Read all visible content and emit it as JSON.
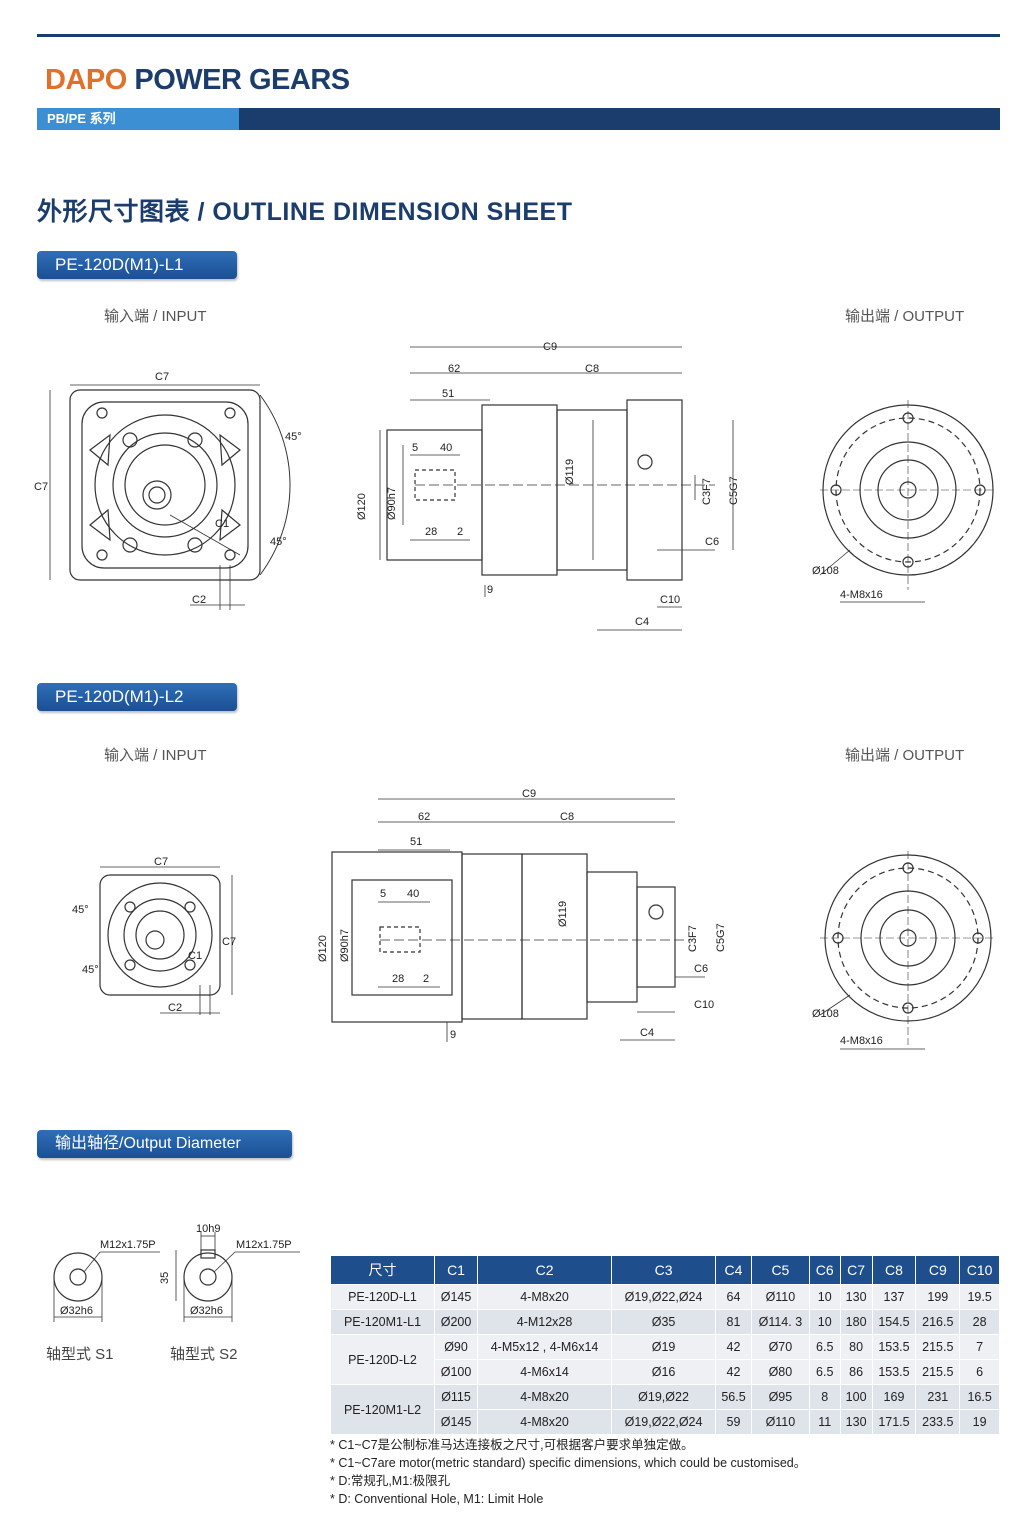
{
  "header": {
    "brand_part1": "DAPO",
    "brand_part2": "POWER GEARS",
    "series_tab": "PB/PE 系列"
  },
  "section_title": "外形尺寸图表 / OUTLINE DIMENSION SHEET",
  "models": [
    {
      "label": "PE-120D(M1)-L1",
      "input_caption": "输入端 / INPUT",
      "output_caption": "输出端 / OUTPUT",
      "dims": {
        "c9": "C9",
        "d62": "62",
        "c8": "C8",
        "d51": "51",
        "d5": "5",
        "d40": "40",
        "d120": "Ø120",
        "d90": "Ø90h7",
        "d119": "Ø119",
        "d28": "28",
        "d2": "2",
        "d9": "9",
        "c3": "C3F7",
        "c5": "C5G7",
        "c6": "C6",
        "c10": "C10",
        "c4": "C4",
        "c7": "C7",
        "c1": "C1",
        "c2": "C2",
        "a45": "45°",
        "d108": "Ø108",
        "m8": "4-M8x16"
      }
    },
    {
      "label": "PE-120D(M1)-L2",
      "input_caption": "输入端 / INPUT",
      "output_caption": "输出端 / OUTPUT",
      "dims": {
        "c9": "C9",
        "d62": "62",
        "c8": "C8",
        "d51": "51",
        "d5": "5",
        "d40": "40",
        "d120": "Ø120",
        "d90": "Ø90h7",
        "d119": "Ø119",
        "d28": "28",
        "d2": "2",
        "d9": "9",
        "c3": "C3F7",
        "c5": "C5G7",
        "c6": "C6",
        "c10": "C10",
        "c4": "C4",
        "c7": "C7",
        "c1": "C1",
        "c2": "C2",
        "a45": "45°",
        "d108": "Ø108",
        "m8": "4-M8x16"
      }
    }
  ],
  "output_diameter": {
    "label": "输出轴径/Output Diameter",
    "s1": {
      "thread": "M12x1.75P",
      "dia": "Ø32h6",
      "caption": "轴型式 S1"
    },
    "s2": {
      "key": "10h9",
      "thread": "M12x1.75P",
      "height": "35",
      "dia": "Ø32h6",
      "caption": "轴型式 S2"
    }
  },
  "table": {
    "headers": [
      "尺寸",
      "C1",
      "C2",
      "C3",
      "C4",
      "C5",
      "C6",
      "C7",
      "C8",
      "C9",
      "C10"
    ],
    "groups": [
      {
        "model": "PE-120D-L1",
        "rows": [
          [
            "Ø145",
            "4-M8x20",
            "Ø19,Ø22,Ø24",
            "64",
            "Ø110",
            "10",
            "130",
            "137",
            "199",
            "19.5"
          ]
        ]
      },
      {
        "model": "PE-120M1-L1",
        "rows": [
          [
            "Ø200",
            "4-M12x28",
            "Ø35",
            "81",
            "Ø114. 3",
            "10",
            "180",
            "154.5",
            "216.5",
            "28"
          ]
        ]
      },
      {
        "model": "PE-120D-L2",
        "rows": [
          [
            "Ø90",
            "4-M5x12 , 4-M6x14",
            "Ø19",
            "42",
            "Ø70",
            "6.5",
            "80",
            "153.5",
            "215.5",
            "7"
          ],
          [
            "Ø100",
            "4-M6x14",
            "Ø16",
            "42",
            "Ø80",
            "6.5",
            "86",
            "153.5",
            "215.5",
            "6"
          ]
        ]
      },
      {
        "model": "PE-120M1-L2",
        "rows": [
          [
            "Ø115",
            "4-M8x20",
            "Ø19,Ø22",
            "56.5",
            "Ø95",
            "8",
            "100",
            "169",
            "231",
            "16.5"
          ],
          [
            "Ø145",
            "4-M8x20",
            "Ø19,Ø22,Ø24",
            "59",
            "Ø110",
            "11",
            "130",
            "171.5",
            "233.5",
            "19"
          ]
        ]
      }
    ]
  },
  "notes": [
    "* C1~C7是公制标准马达连接板之尺寸,可根据客户要求单独定做。",
    "* C1~C7are motor(metric standard)  specific dimensions, which could be customised。",
    "* D:常规孔,M1:极限孔",
    "* D: Conventional Hole, M1: Limit Hole"
  ]
}
